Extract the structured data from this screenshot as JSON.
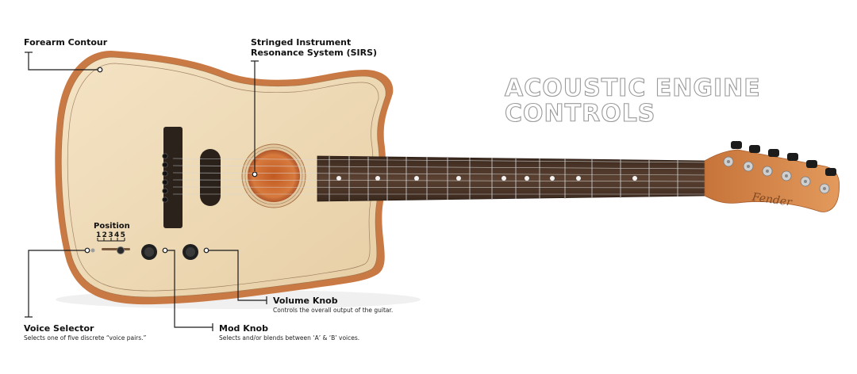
{
  "headline": {
    "line1": "ACOUSTIC ENGINE",
    "line2": "CONTROLS"
  },
  "callouts": {
    "forearm": {
      "label": "Forearm Contour"
    },
    "sirs": {
      "line1": "Stringed Instrument",
      "line2": "Resonance System (SIRS)"
    },
    "position": {
      "label": "Position",
      "numbers": "12345"
    },
    "voice": {
      "label": "Voice Selector",
      "desc": "Selects one of five discrete “voice pairs.”"
    },
    "mod": {
      "label": "Mod Knob",
      "desc": "Selects and/or blends between ‘A’ & ‘B’ voices."
    },
    "volume": {
      "label": "Volume Knob",
      "desc": "Controls the overall output of the guitar."
    }
  },
  "brand": {
    "logo_text": "Fender"
  },
  "colors": {
    "top_wood": "#efd9b4",
    "binding": "#c97a44",
    "fretboard": "#4a3427",
    "headstock": "#d98a4e",
    "leader_line": "#1a1a1a",
    "headline_stroke": "#9a9a9a"
  },
  "icons": [
    "tuner-peg-icon",
    "control-knob-icon",
    "selector-switch-icon",
    "fret-marker-icon"
  ]
}
